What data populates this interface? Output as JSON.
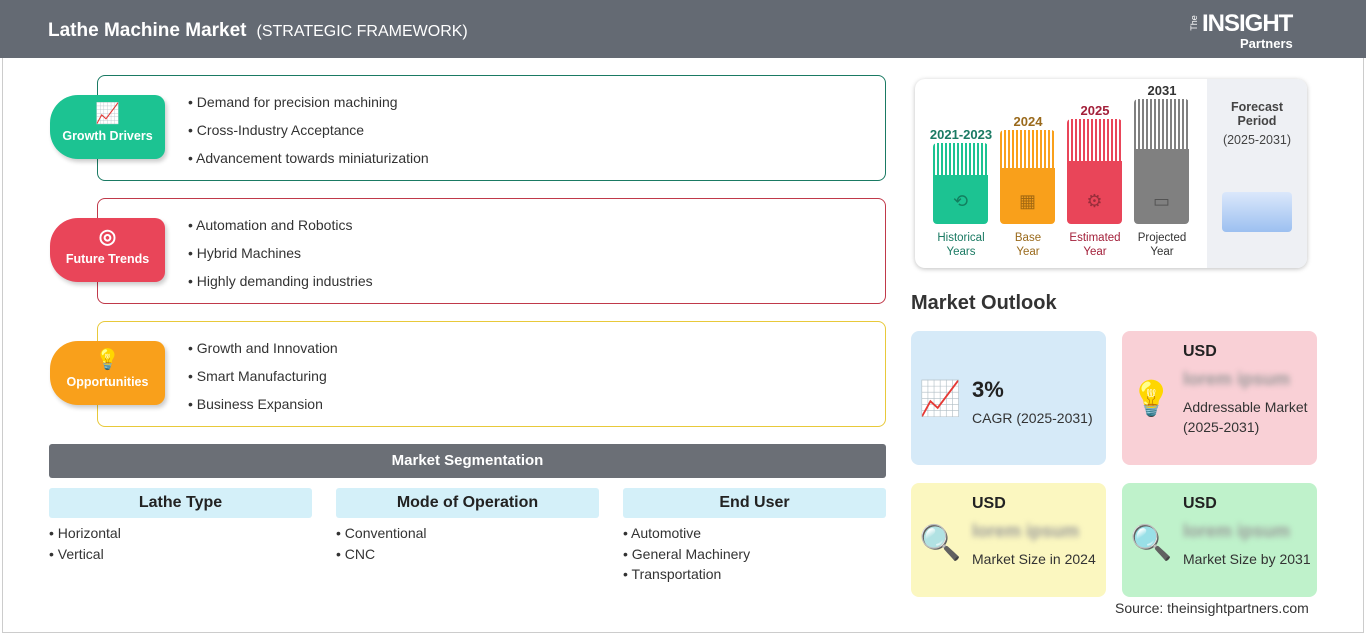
{
  "header": {
    "title": "Lathe Machine Market",
    "subtitle": "(STRATEGIC FRAMEWORK)",
    "logo": {
      "the": "The",
      "insight": "INSIGHT",
      "partners": "Partners"
    }
  },
  "framework": [
    {
      "label": "Growth Drivers",
      "icon": "growth-chart-icon",
      "color": "#1cc392",
      "border": "#1a7a63",
      "items": [
        "Demand for precision machining",
        "Cross-Industry Acceptance",
        "Advancement towards miniaturization"
      ]
    },
    {
      "label": "Future Trends",
      "icon": "target-icon",
      "color": "#e94559",
      "border": "#c0394a",
      "items": [
        "Automation and Robotics",
        "Hybrid Machines",
        "Highly demanding industries"
      ]
    },
    {
      "label": "Opportunities",
      "icon": "lightbulb-hand-icon",
      "color": "#f9a01b",
      "border": "#e8c93a",
      "items": [
        "Growth and Innovation",
        "Smart Manufacturing",
        "Business Expansion"
      ]
    }
  ],
  "segmentation": {
    "title": "Market Segmentation",
    "columns": [
      {
        "title": "Lathe Type",
        "items": [
          "Horizontal",
          "Vertical"
        ]
      },
      {
        "title": "Mode of Operation",
        "items": [
          "Conventional",
          "CNC"
        ]
      },
      {
        "title": "End User",
        "items": [
          "Automotive",
          "General Machinery",
          "Transportation"
        ]
      }
    ]
  },
  "timeline": {
    "periods": [
      {
        "year": "2021-2023",
        "label1": "Historical",
        "label2": "Years",
        "color": "#1cc392",
        "text_color": "#1a7a63",
        "icon": "history-clock-icon"
      },
      {
        "year": "2024",
        "label1": "Base",
        "label2": "Year",
        "color": "#f9a01b",
        "text_color": "#9a6a1c",
        "icon": "calendar-icon"
      },
      {
        "year": "2025",
        "label1": "Estimated",
        "label2": "Year",
        "color": "#e94559",
        "text_color": "#a3203a",
        "icon": "settings-chart-icon"
      },
      {
        "year": "2031",
        "label1": "Projected",
        "label2": "Year",
        "color": "#808080",
        "text_color": "#333333",
        "icon": "presentation-icon"
      }
    ],
    "forecast": {
      "line1": "Forecast",
      "line2": "Period",
      "line3": "(2025-2031)"
    }
  },
  "outlook": {
    "title": "Market Outlook",
    "cards": [
      {
        "value": "3%",
        "label": "CAGR (2025-2031)",
        "bg": "#d6eaf8",
        "icon": "growth-chart-icon"
      },
      {
        "usd": "USD",
        "value": "lorem ipsum",
        "label": "Addressable Market (2025-2031)",
        "bg": "#f9d0d6",
        "icon": "dollar-bulb-icon"
      },
      {
        "usd": "USD",
        "value": "lorem ipsum",
        "label": "Market Size in 2024",
        "bg": "#fbf7c0",
        "icon": "magnifier-chart-icon"
      },
      {
        "usd": "USD",
        "value": "lorem ipsum",
        "label": "Market Size by 2031",
        "bg": "#bff2cb",
        "icon": "magnifier-chart-icon"
      }
    ]
  },
  "source": "Source: theinsightpartners.com"
}
